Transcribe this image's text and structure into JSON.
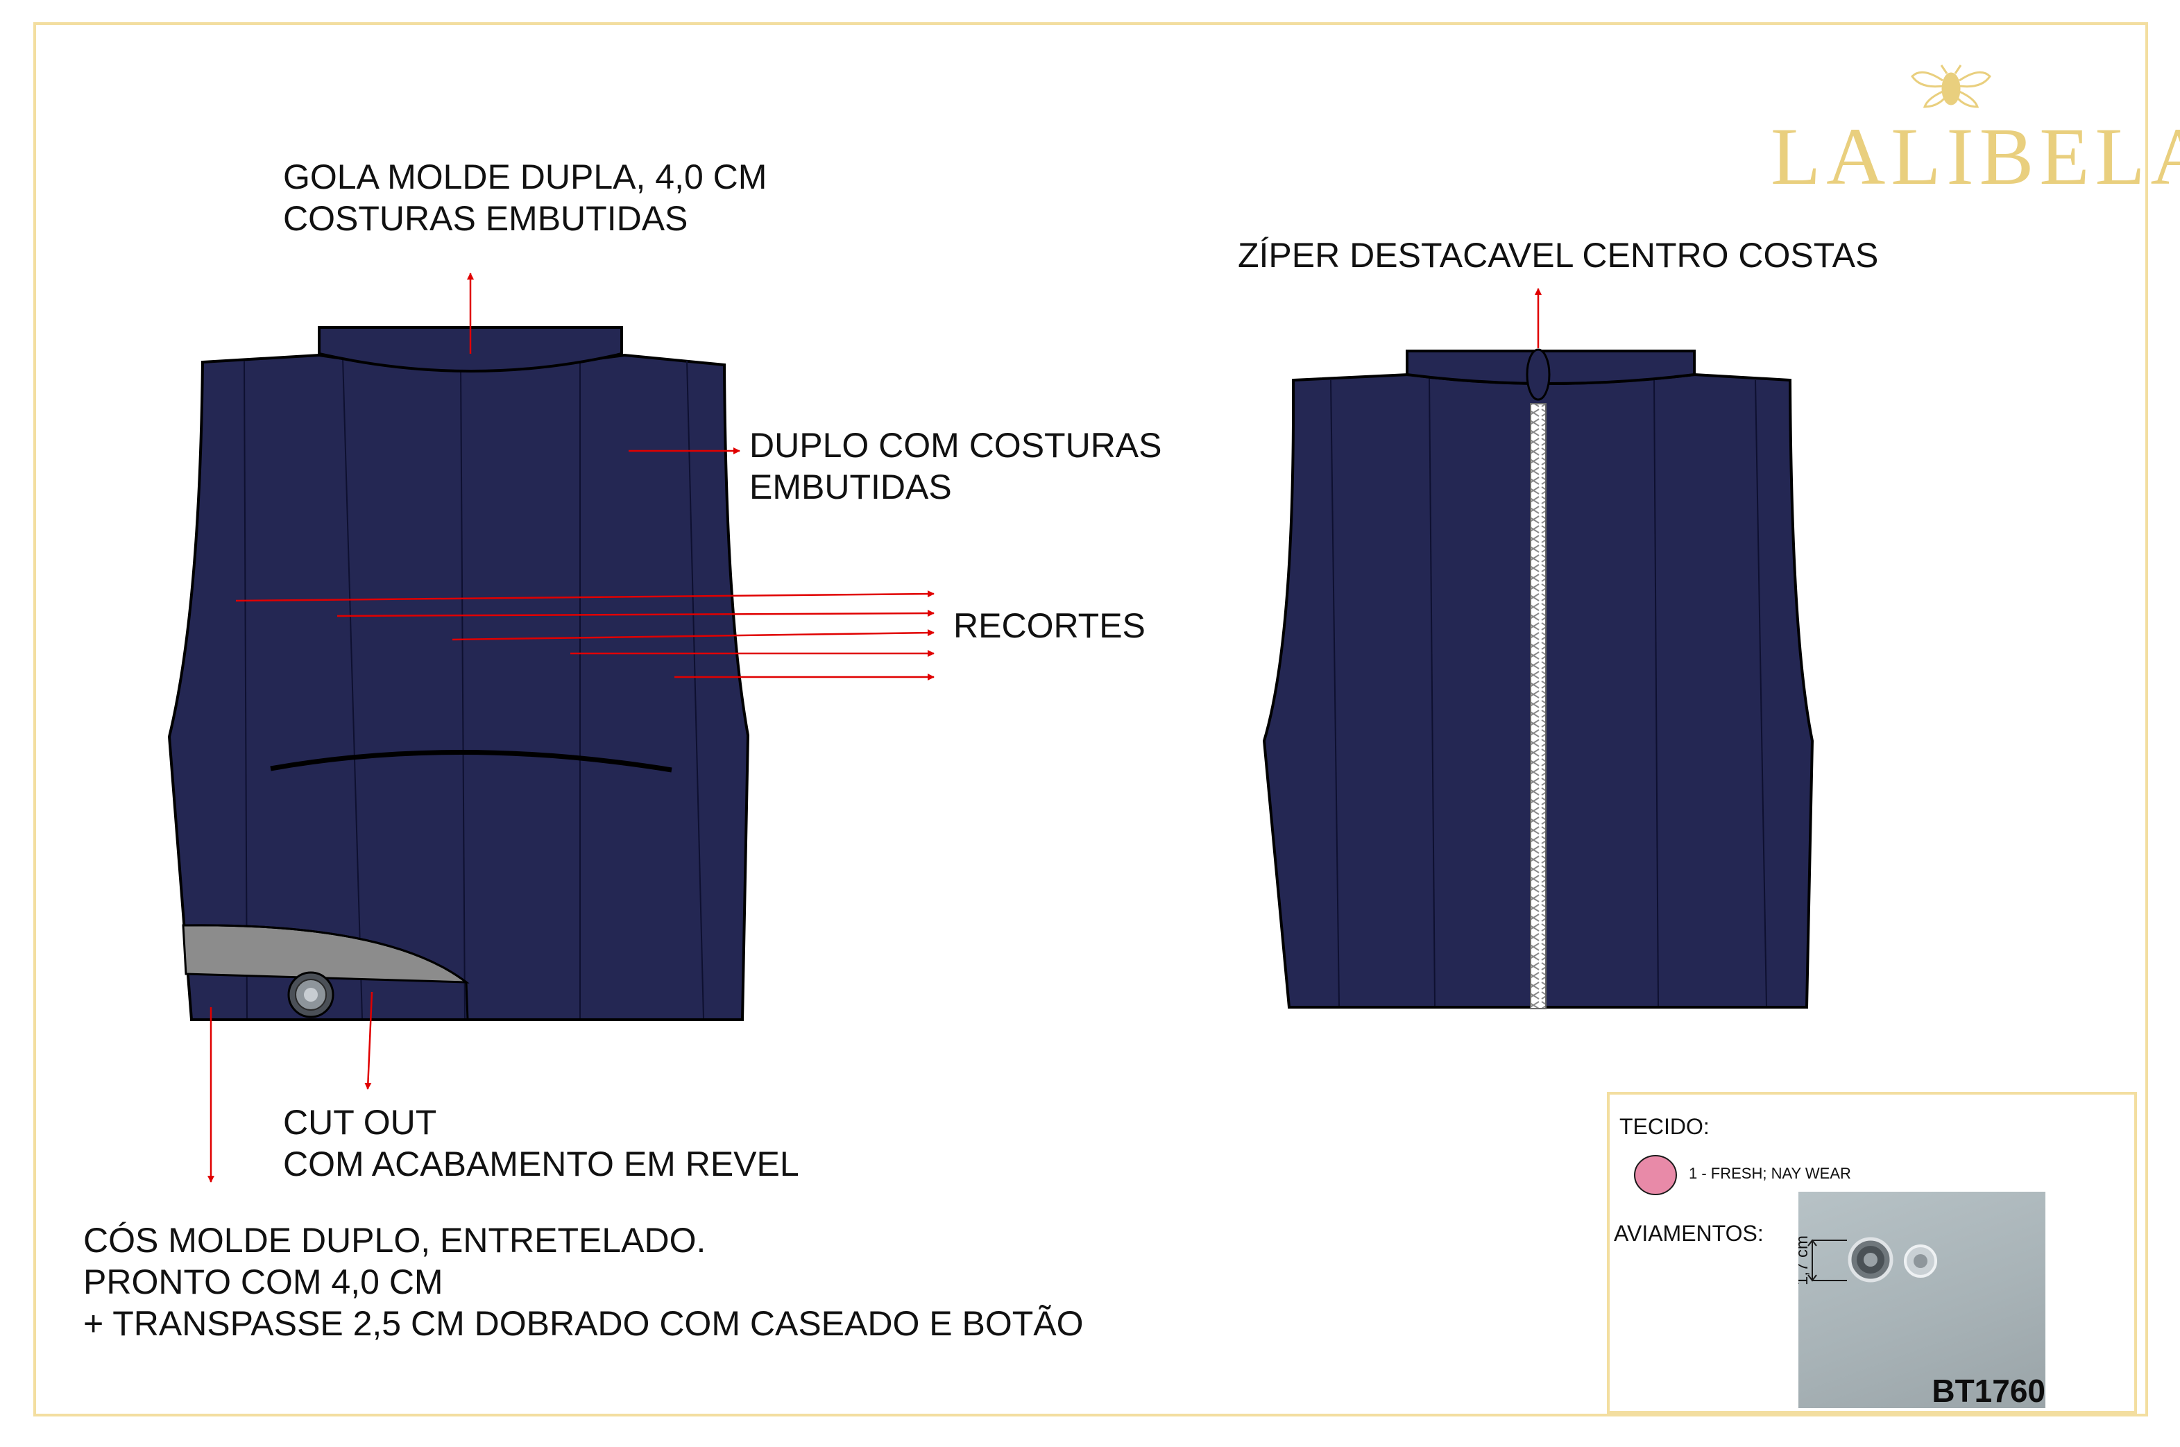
{
  "brand": {
    "name": "LALIBELA",
    "color": "#e9cf7e",
    "icon": "bee-icon"
  },
  "colors": {
    "garment": "#242753",
    "lining": "#8c8c8c",
    "arrow": "#e00000",
    "frame": "#f3dea0",
    "swatch": "#e88aa8"
  },
  "front_view": {
    "collar_note": [
      "GOLA MOLDE DUPLA, 4,0 CM",
      "COSTURAS EMBUTIDAS"
    ],
    "double_note": [
      "DUPLO COM COSTURAS",
      "EMBUTIDAS"
    ],
    "panels_note": "RECORTES",
    "cutout_note": [
      "CUT OUT",
      "COM ACABAMENTO EM  REVEL"
    ],
    "waistband_note": [
      "CÓS MOLDE DUPLO, ENTRETELADO.",
      "PRONTO COM 4,0 CM",
      "+ TRANSPASSE 2,5 CM DOBRADO COM CASEADO E BOTÃO"
    ]
  },
  "back_view": {
    "zipper_note": "ZÍPER DESTACAVEL CENTRO COSTAS"
  },
  "spec_box": {
    "fabric_title": "TECIDO:",
    "fabric_item": "1 - FRESH; NAY WEAR",
    "trims_title": "AVIAMENTOS:",
    "trim_measure": "1,7 cm",
    "trim_code": "BT1760",
    "trim_icon": "button-icon"
  }
}
